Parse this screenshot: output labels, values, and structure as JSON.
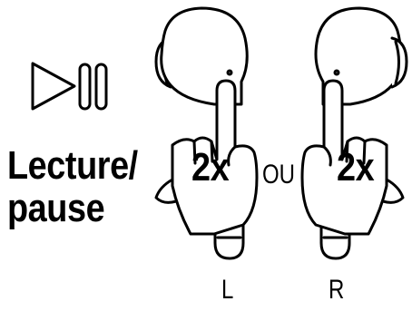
{
  "action": {
    "line1": "Lecture/",
    "line2": "pause"
  },
  "icons": {
    "play_pause": "play-pause-icon",
    "earbud": "earbud-icon",
    "hand": "pointing-hand-icon"
  },
  "tap_count_left": "2x",
  "tap_count_right": "2x",
  "separator": "OU",
  "earbuds": {
    "left_label": "L",
    "right_label": "R"
  },
  "colors": {
    "ink": "#000000",
    "background": "#ffffff"
  }
}
